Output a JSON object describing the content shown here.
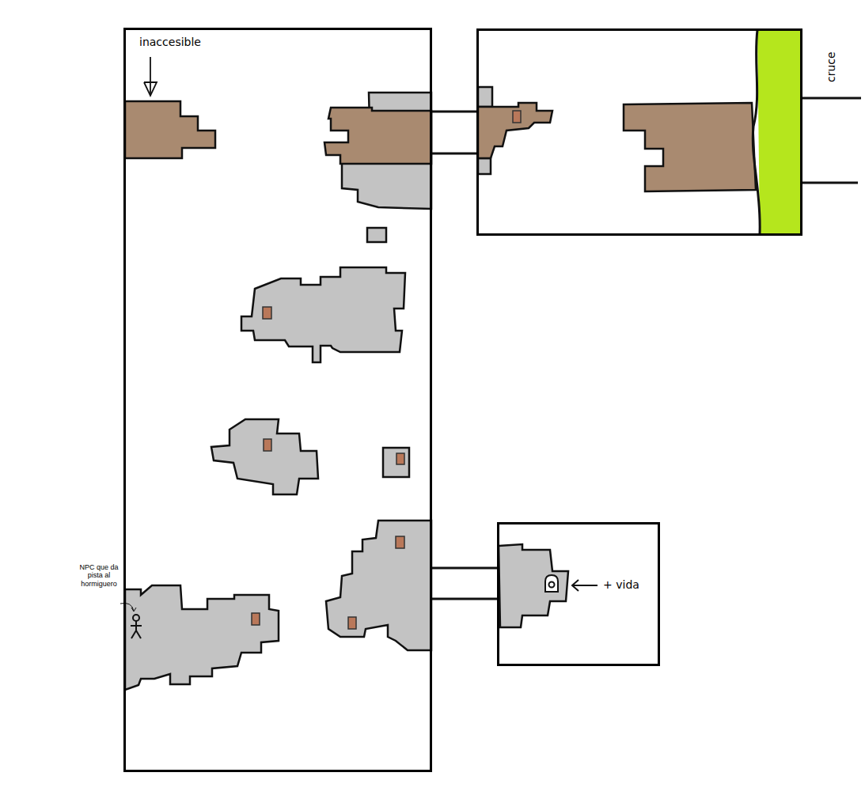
{
  "diagram": {
    "nodes": [
      {
        "text": [
          "inaccesible"
        ]
      },
      {
        "text": [
          "cruce"
        ]
      },
      {
        "text": [
          "+ vida"
        ]
      }
    ],
    "edges": [
      {
        "from": 0,
        "to": 1,
        "arrow": "none"
      },
      {
        "from": 0,
        "to": 2,
        "arrow": "none"
      }
    ],
    "labels": [
      "NPC que da pista al hormiguero"
    ]
  }
}
